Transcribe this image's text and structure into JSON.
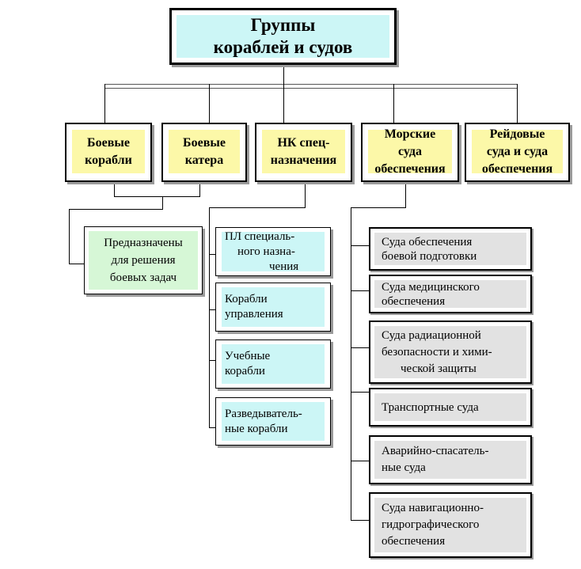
{
  "title": [
    "Группы",
    "кораблей и судов"
  ],
  "categories": [
    [
      "Боевые",
      "корабли"
    ],
    [
      "Боевые",
      "катера"
    ],
    [
      "НК спец-",
      "назначения"
    ],
    [
      "Морские",
      "суда",
      "обеспечения"
    ],
    [
      "Рейдовые",
      "суда и суда",
      "обеспечения"
    ]
  ],
  "purpose": [
    "Предназначены",
    "для решения",
    "боевых задач"
  ],
  "special_purpose": [
    [
      "ПЛ  специаль-",
      "ного назна-",
      "чения"
    ],
    [
      "Корабли",
      "управления"
    ],
    [
      "Учебные",
      "корабли"
    ],
    [
      "Разведыватель-",
      "ные корабли"
    ]
  ],
  "support_vessels": [
    [
      "Суда обеспечения",
      "боевой подготовки"
    ],
    [
      "Суда медицинского",
      "обеспечения"
    ],
    [
      "Суда радиационной",
      "безопасности и хими-",
      "ческой защиты"
    ],
    [
      "Транспортные суда"
    ],
    [
      "Аварийно-спасатель-",
      "ные суда"
    ],
    [
      "Суда навигационно-",
      "гидрографического",
      "обеспечения"
    ]
  ]
}
